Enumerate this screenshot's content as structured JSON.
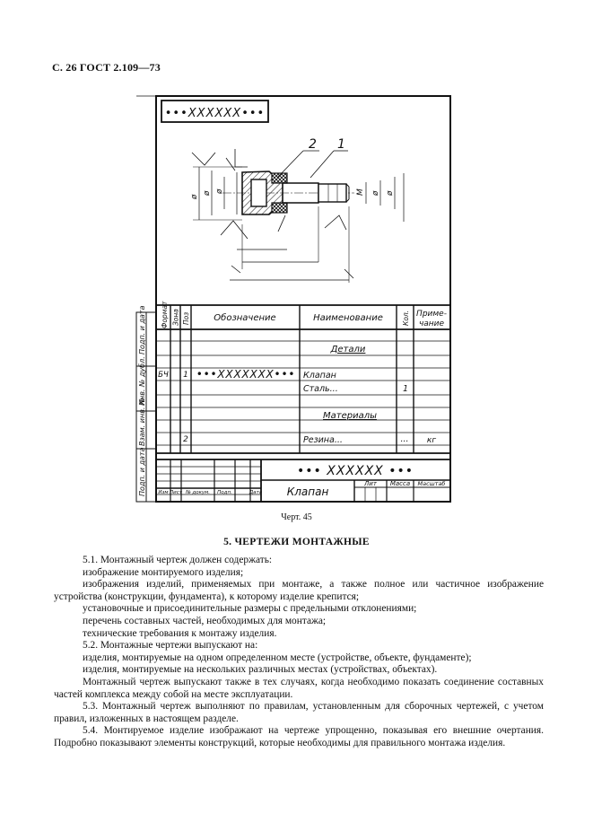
{
  "header": "С. 26 ГОСТ 2.109—73",
  "drawing": {
    "title_block_top": "•••ХХХХХХ•••",
    "callouts": [
      "2",
      "1"
    ],
    "spec_headers": {
      "format": "Формат",
      "zone": "Зона",
      "pos": "Поз",
      "designation": "Обозначение",
      "name": "Наименование",
      "qty": "Кол.",
      "note_line1": "Приме-",
      "note_line2": "чание"
    },
    "spec_rows": {
      "section_parts": "Детали",
      "row1_format": "БЧ",
      "row1_pos": "1",
      "row1_designation": "•••ХХХХХХХ•••",
      "row1_name": "Клапан",
      "row2_name": "Сталь...",
      "row2_qty": "1",
      "section_materials": "Материалы",
      "row3_pos": "2",
      "row3_name": "Резина...",
      "row3_qty": "...",
      "row3_note": "кг"
    },
    "side_labels": [
      "Подп. и дата",
      "Инв. № дубл.",
      "Взам. инв. №",
      "Подп. и дата"
    ],
    "stamp": {
      "designation": "••• ХХХХХХ •••",
      "name": "Клапан",
      "lit": "Лит",
      "mass": "Масса",
      "scale": "Масштаб",
      "col_izm": "Изм",
      "col_list": "Лист",
      "col_doc": "№ докум.",
      "col_sign": "Подп.",
      "col_date": "Дата"
    }
  },
  "caption": "Черт. 45",
  "section_title": "5. ЧЕРТЕЖИ МОНТАЖНЫЕ",
  "paragraphs": [
    "5.1. Монтажный чертеж должен содержать:",
    "изображение монтируемого изделия;",
    "изображения изделий, применяемых при монтаже, а также полное или частичное изображение устройства (конструкции, фундамента), к которому изделие крепится;",
    "установочные и присоединительные размеры с предельными отклонениями;",
    "перечень составных частей, необходимых для монтажа;",
    "технические требования к монтажу изделия.",
    "5.2. Монтажные чертежи выпускают на:",
    "изделия, монтируемые на одном определенном месте (устройстве, объекте, фундаменте);",
    "изделия, монтируемые на нескольких различных местах (устройствах, объектах).",
    "Монтажный чертеж выпускают также в тех случаях, когда необходимо показать соединение составных частей комплекса между собой на месте эксплуатации.",
    "5.3. Монтажный чертеж выполняют по правилам, установленным для сборочных чертежей, с учетом правил, изложенных в настоящем разделе.",
    "5.4. Монтируемое изделие изображают на чертеже упрощенно, показывая его внешние очертания. Подробно показывают элементы конструкций, которые необходимы для правильного монтажа изделия."
  ]
}
